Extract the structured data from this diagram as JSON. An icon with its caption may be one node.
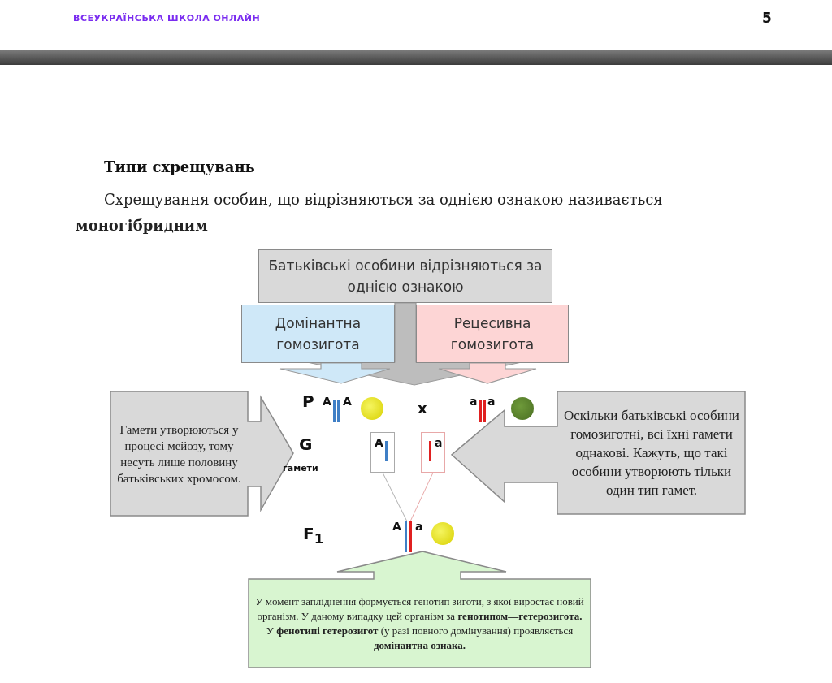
{
  "diagram": {
    "title": "Типи схрещувань",
    "nodes": [
      {
        "text": [
          "Батьківські особини відрізняються за однією ознакою"
        ]
      },
      {
        "text": [
          "Домінантна гомозигота"
        ]
      },
      {
        "text": [
          "Рецесивна гомозигота"
        ]
      },
      {
        "text": [
          "Гамети утворюються у процесі мейозу, тому несуть лише половину батьківських хромосом."
        ]
      },
      {
        "text": [
          "Оскільки батьківські особини гомозиготні, всі їхні гамети однакові. Кажуть, що такі особини утворюють тільки один тип гамет."
        ]
      },
      {
        "text": [
          "У момент запліднення формується генотип зиготи, з якої виростає новий організм. У даному випадку цей організм за **генотипом—гетерозигота.** У **фенотипі гетерозигот** (у разі повного домінування) проявляється **домінантна ознака.**"
        ]
      },
      {
        "text": [
          "A"
        ]
      },
      {
        "text": [
          "a"
        ]
      },
      {
        "text": [
          "A",
          "a"
        ]
      }
    ],
    "edges": [
      {
        "from": 0,
        "to": null,
        "arrow": "to",
        "style": "thick",
        "color": "#bdbdbd"
      },
      {
        "from": 1,
        "to": null,
        "arrow": "to",
        "style": "thick",
        "color": "#cfe8f8"
      },
      {
        "from": 2,
        "to": null,
        "arrow": "to",
        "style": "thick",
        "color": "#fdd5d5"
      },
      {
        "from": 6,
        "to": 8,
        "arrow": "none"
      },
      {
        "from": 7,
        "to": 8,
        "arrow": "none",
        "color": "#e8a8a8"
      }
    ],
    "labels": [
      "ВСЕУКРАЇНСЬКА ШКОЛА ОНЛАЙН",
      "5",
      "Схрещування особин, що відрізняються за однією ознакою називається **моногібридним**",
      "P",
      "A",
      "A",
      "x",
      "a",
      "a",
      "G",
      "гамети",
      "F$_{1}$"
    ]
  }
}
